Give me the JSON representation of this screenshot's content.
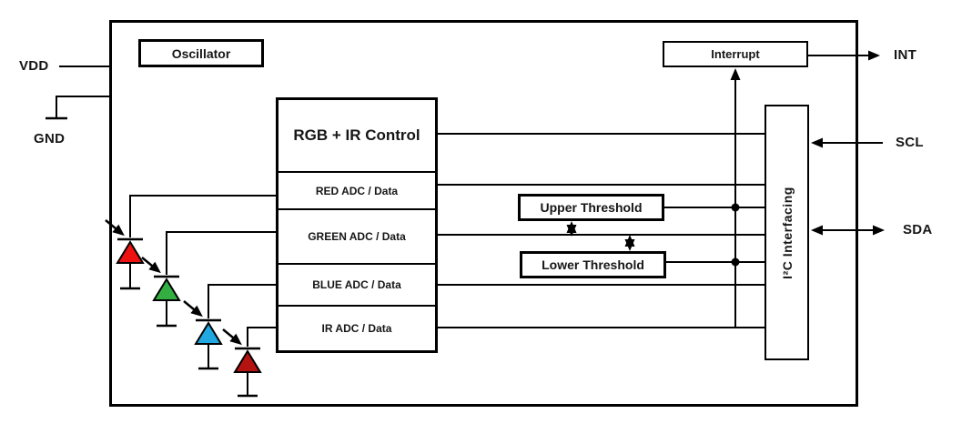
{
  "ports": {
    "vdd": "VDD",
    "gnd": "GND",
    "int": "INT",
    "scl": "SCL",
    "sda": "SDA"
  },
  "blocks": {
    "oscillator": "Oscillator",
    "interrupt": "Interrupt",
    "rgb_control_title": "RGB + IR Control",
    "channels": [
      "RED ADC / Data",
      "GREEN ADC / Data",
      "BLUE ADC / Data",
      "IR ADC / Data"
    ],
    "upper_threshold": "Upper Threshold",
    "lower_threshold": "Lower Threshold",
    "i2c": "I²C Interfacing"
  },
  "photodiodes": [
    {
      "name": "red-photodiode",
      "color": "#ee1111"
    },
    {
      "name": "green-photodiode",
      "color": "#33af42"
    },
    {
      "name": "blue-photodiode",
      "color": "#21a8e1"
    },
    {
      "name": "ir-photodiode",
      "color": "#b51212"
    }
  ],
  "colors": {
    "wire": "#000000",
    "border": "#000000",
    "background": "#ffffff"
  }
}
